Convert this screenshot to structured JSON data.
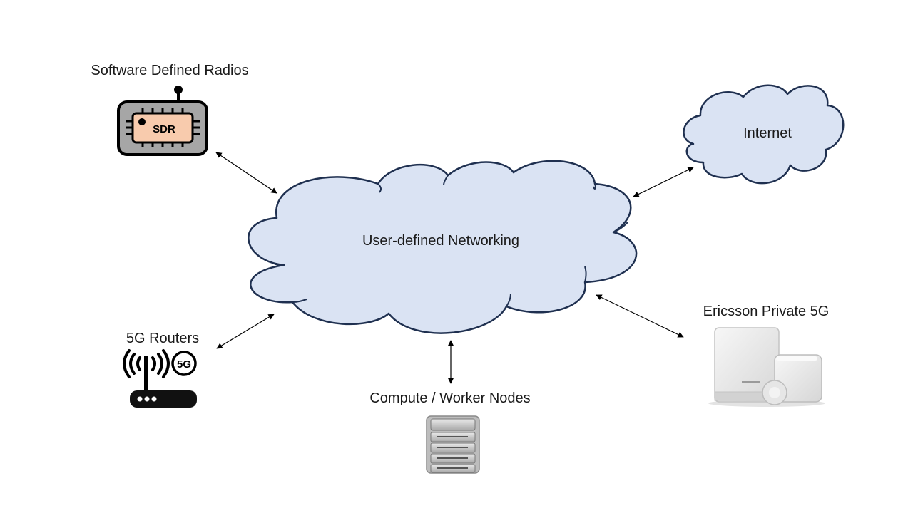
{
  "diagram": {
    "center_cloud_label": "User-defined Networking",
    "internet_cloud_label": "Internet",
    "nodes": {
      "sdr_label": "Software Defined Radios",
      "sdr_chip_text": "SDR",
      "routers_label": "5G Routers",
      "routers_badge_text": "5G",
      "compute_label": "Compute / Worker Nodes",
      "ericsson_label": "Ericsson Private 5G"
    },
    "colors": {
      "cloud_fill": "#dae3f3",
      "cloud_stroke": "#1f3050",
      "sdr_chip": "#f8cbad",
      "sdr_body": "#a6a6a6"
    },
    "icons": [
      "sdr-device-icon",
      "wifi-router-icon",
      "5g-badge-icon",
      "server-rack-icon",
      "ericsson-radio-unit-icon"
    ]
  }
}
